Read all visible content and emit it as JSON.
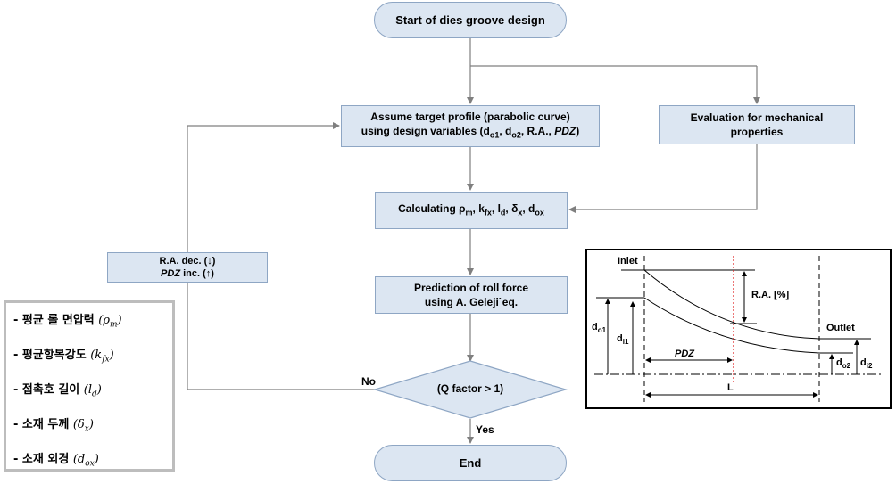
{
  "flow": {
    "start": "Start of dies groove design",
    "assume_line1": "Assume target profile (parabolic curve)",
    "assume_line2_prefix": "using design variables (d",
    "assume_sub1": "o1",
    "assume_sep1": ", d",
    "assume_sub2": "o2",
    "assume_sep2": ", R.A., ",
    "assume_pdz": "PDZ",
    "assume_close": ")",
    "evaluation_line1": "Evaluation for mechanical",
    "evaluation_line2": "properties",
    "calc_prefix": "Calculating ρ",
    "calc_sub_m": "m",
    "calc_k": ", k",
    "calc_sub_fx": "fx",
    "calc_l": ", l",
    "calc_sub_d": "d",
    "calc_delta": ", δ",
    "calc_sub_x": "x",
    "calc_d": ", d",
    "calc_sub_ox": "ox",
    "prediction_line1": "Prediction of roll force",
    "prediction_line2": "using A. Geleji`eq.",
    "decision": "(Q factor > 1)",
    "end": "End",
    "feedback_line1": "R.A. dec. (↓)",
    "feedback_pdz": "PDZ",
    "feedback_line2_rest": " inc. (↑)",
    "no_label": "No",
    "yes_label": "Yes"
  },
  "legend_panel": {
    "items": [
      {
        "text": "- 평균 롤 면압력 ",
        "sym": "ρ",
        "sub": "m"
      },
      {
        "text": "- 평균항복강도 ",
        "sym": "k",
        "sub": "fx"
      },
      {
        "text": "- 접촉호 길이 ",
        "sym": "l",
        "sub": "d"
      },
      {
        "text": "- 소재 두께 ",
        "sym": "δ",
        "sub": "x"
      },
      {
        "text": "- 소재 외경 ",
        "sym": "d",
        "sub": "ox"
      }
    ]
  },
  "schematic": {
    "inlet": "Inlet",
    "outlet": "Outlet",
    "ra": "R.A. [%]",
    "pdz": "PDZ",
    "length": "L",
    "d_main": "d",
    "sub_o1": "o1",
    "sub_i1": "i1",
    "sub_o2": "o2",
    "sub_i2": "i2"
  },
  "colors": {
    "box_fill": "#dce6f2",
    "box_border": "#8ea6c4",
    "arrow": "#7f7f7f",
    "pdz_line": "#e02020"
  }
}
